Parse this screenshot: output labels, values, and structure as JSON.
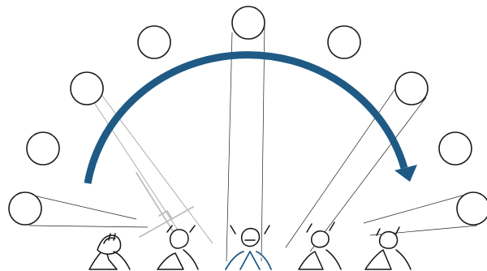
{
  "diagram": {
    "light_position_count": 9,
    "figure_count": 5,
    "rotation_direction": "clockwise",
    "colors": {
      "arc": "#1f5a85",
      "highlight_figure": "#1f5a85",
      "outline": "#151515",
      "guide": "#bdbdbd",
      "background": "#ffffff"
    }
  }
}
